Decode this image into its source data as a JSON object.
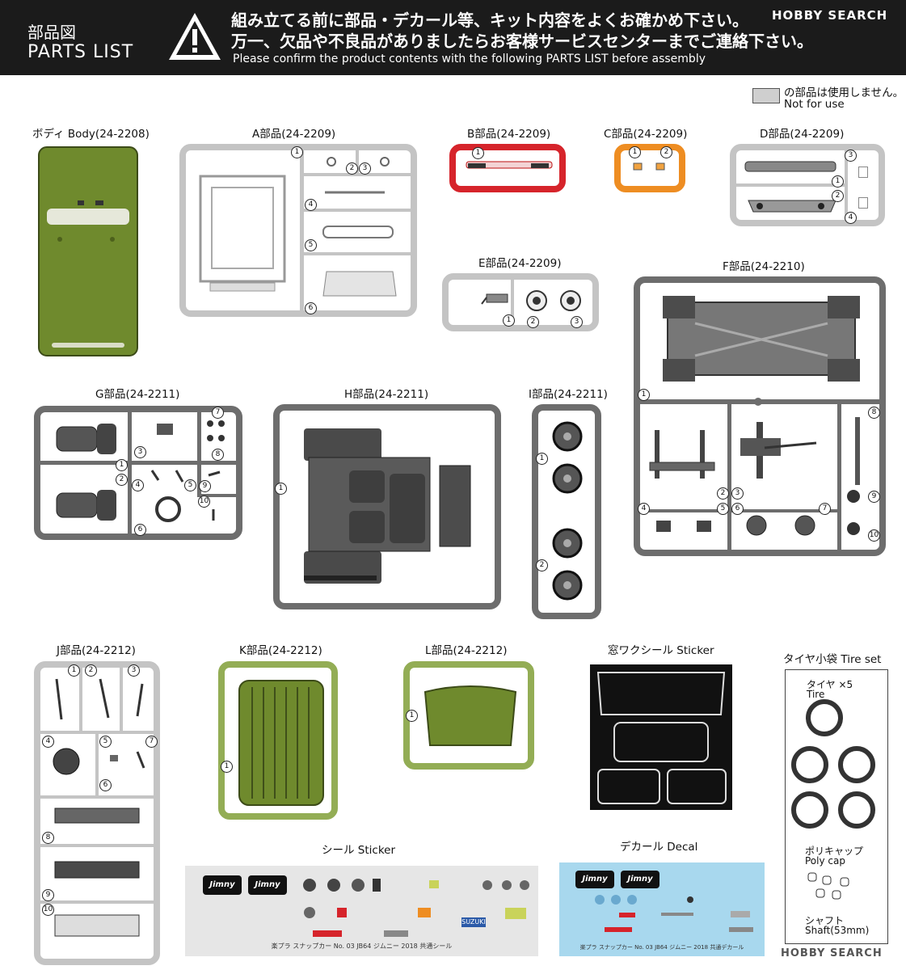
{
  "header": {
    "title_jp": "部品図",
    "title_en": "PARTS LIST",
    "warning_line1": "組み立てる前に部品・デカール等、キット内容をよくお確かめ下さい。",
    "warning_line2": "万一、欠品や不良品がありましたらお客様サービスセンターまでご連絡下さい。",
    "warning_en": "Please confirm the product contents with the following PARTS LIST before assembly"
  },
  "watermark": "HOBBY SEARCH",
  "legend": {
    "jp": "の部品は使用しません。",
    "en": "Not for use",
    "swatch_color": "#cfcfcf"
  },
  "labels": {
    "body": "ボディ Body(24-2208)",
    "a": "A部品(24-2209)",
    "b": "B部品(24-2209)",
    "c": "C部品(24-2209)",
    "d": "D部品(24-2209)",
    "e": "E部品(24-2209)",
    "f": "F部品(24-2210)",
    "g": "G部品(24-2211)",
    "h": "H部品(24-2211)",
    "i": "I部品(24-2211)",
    "j": "J部品(24-2212)",
    "k": "K部品(24-2212)",
    "l": "L部品(24-2212)",
    "window_sticker": "窓ワクシール Sticker",
    "sticker": "シール Sticker",
    "decal": "デカール Decal",
    "tire_set": "タイヤ小袋 Tire set"
  },
  "tire_set": {
    "tire_jp": "タイヤ ×5",
    "tire_en": "Tire",
    "polycap_jp": "ポリキャップ",
    "polycap_en": "Poly cap",
    "shaft_jp": "シャフト",
    "shaft_en": "Shaft(53mm)"
  },
  "sticker_sheet": {
    "brand": "Jimny",
    "footer": "楽プラ スナップカー No. 03 JB64 ジムニー 2018 共通シール",
    "suzuki": "SUZUKI"
  },
  "decal_sheet": {
    "brand": "Jimny",
    "footer": "楽プラ スナップカー No. 03 JB64 ジムニー 2018 共通デカール"
  },
  "colors": {
    "body_green": "#6f8a2d",
    "gray_runner": "#c4c4c4",
    "dark_runner": "#6d6d6d",
    "red": "#d6242b",
    "orange": "#ee8d22",
    "green_runner": "#93ad55"
  },
  "nums": {
    "n1": "1",
    "n2": "2",
    "n3": "3",
    "n4": "4",
    "n5": "5",
    "n6": "6",
    "n7": "7",
    "n8": "8",
    "n9": "9",
    "n10": "10"
  }
}
